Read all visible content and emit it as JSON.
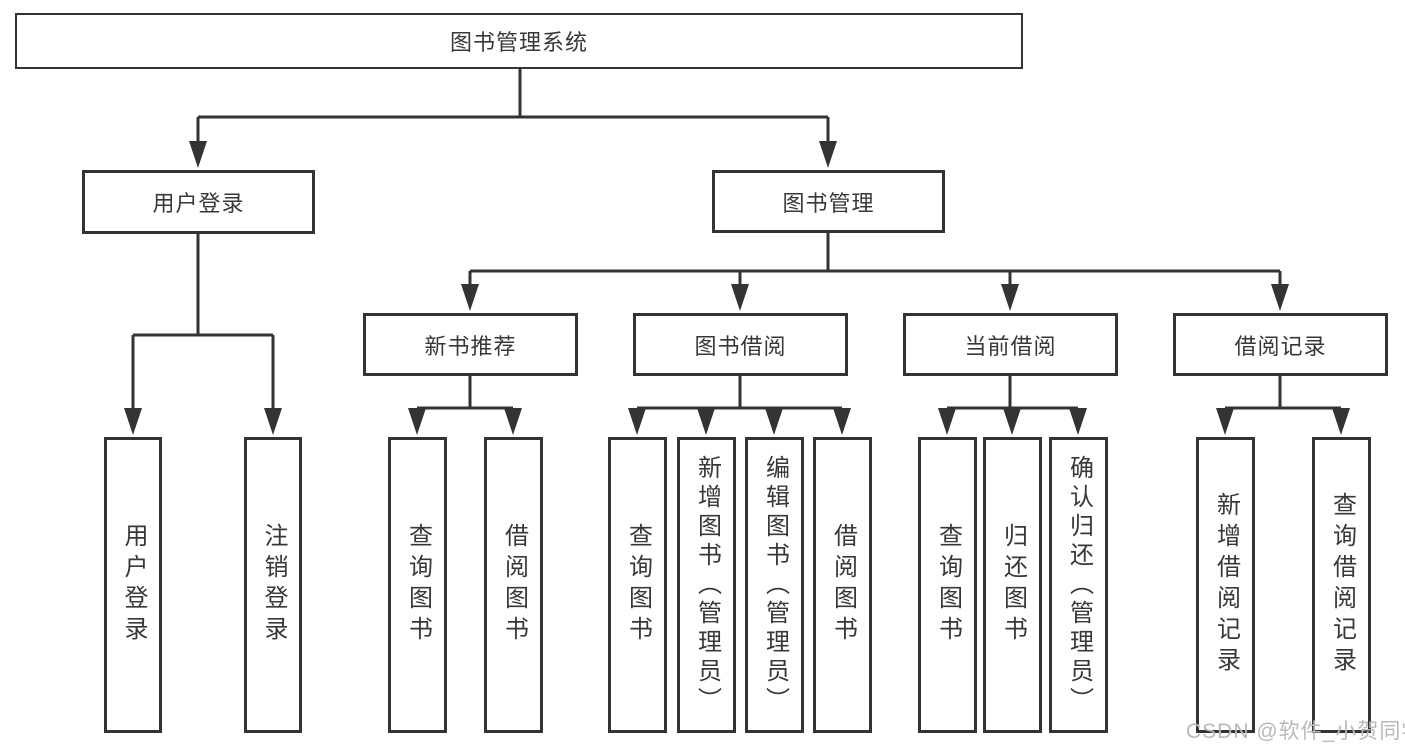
{
  "diagram": {
    "root_label": "图书管理系统",
    "user_login": {
      "label": "用户登录",
      "children": [
        "用户登录",
        "注销登录"
      ]
    },
    "book_management": {
      "label": "图书管理",
      "sections": [
        {
          "label": "新书推荐",
          "children": [
            "查询图书",
            "借阅图书"
          ]
        },
        {
          "label": "图书借阅",
          "children": [
            "查询图书",
            "新增图书（管理员）",
            "编辑图书（管理员）",
            "借阅图书"
          ]
        },
        {
          "label": "当前借阅",
          "children": [
            "查询图书",
            "归还图书",
            "确认归还（管理员）"
          ]
        },
        {
          "label": "借阅记录",
          "children": [
            "新增借阅记录",
            "查询借阅记录"
          ]
        }
      ]
    }
  },
  "watermark": {
    "text": "CSDN @软件_小贺同学"
  },
  "colors": {
    "line": "#333333",
    "text": "#383838",
    "box_background": "#ffffff",
    "page_background": "#ffffff",
    "watermark": "#b9b9b9"
  }
}
